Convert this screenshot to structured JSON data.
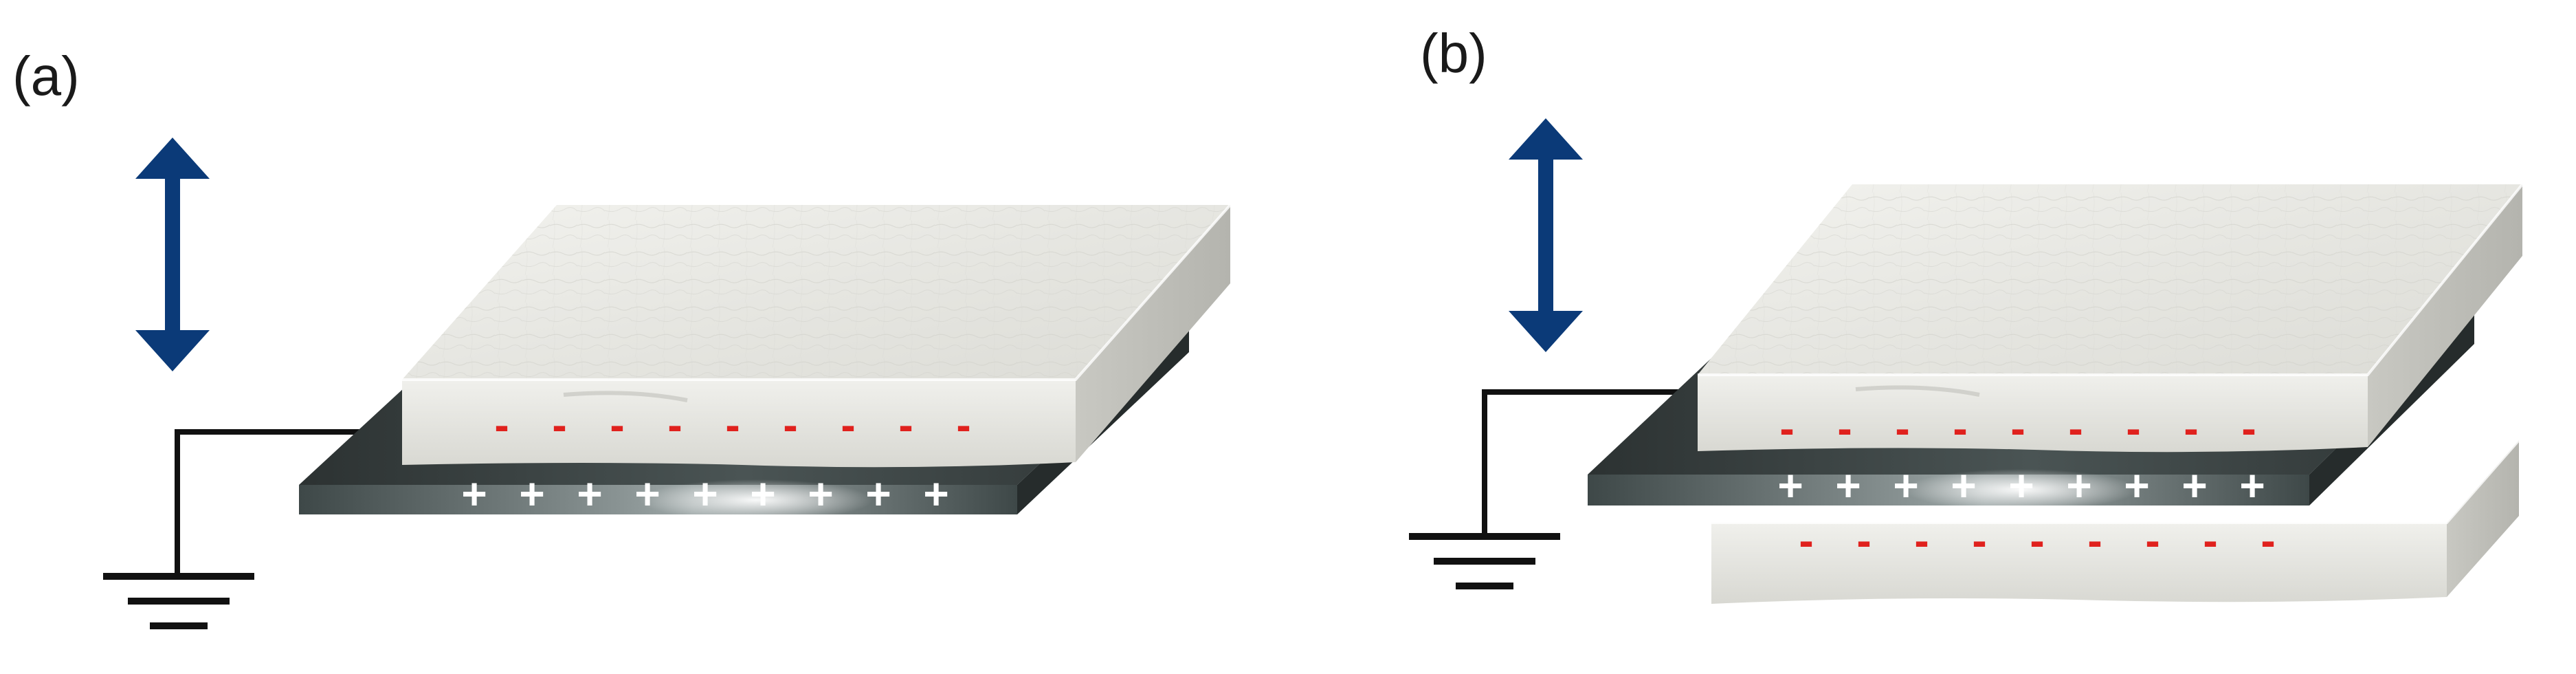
{
  "panels": [
    {
      "id": "a",
      "label": "(a)",
      "top_layer_charge": "-",
      "electrode_charge": "+",
      "top_layer_charge_count": 9,
      "electrode_charge_count": 9,
      "has_bottom_layer": false
    },
    {
      "id": "b",
      "label": "(b)",
      "top_layer_charge": "-",
      "electrode_charge": "+",
      "bottom_layer_charge": "-",
      "top_layer_charge_count": 9,
      "electrode_charge_count": 9,
      "bottom_layer_charge_count": 9,
      "has_bottom_layer": true
    }
  ],
  "icons": {
    "motion_arrow": "double-headed-vertical-arrow-icon",
    "ground": "ground-symbol-icon"
  },
  "colors": {
    "arrow": "#0b3a78",
    "negative_charge": "#e0211d",
    "positive_charge": "#ffffff",
    "fabric": "#e4e4e0",
    "electrode": "#3c4444",
    "wire": "#111111"
  }
}
